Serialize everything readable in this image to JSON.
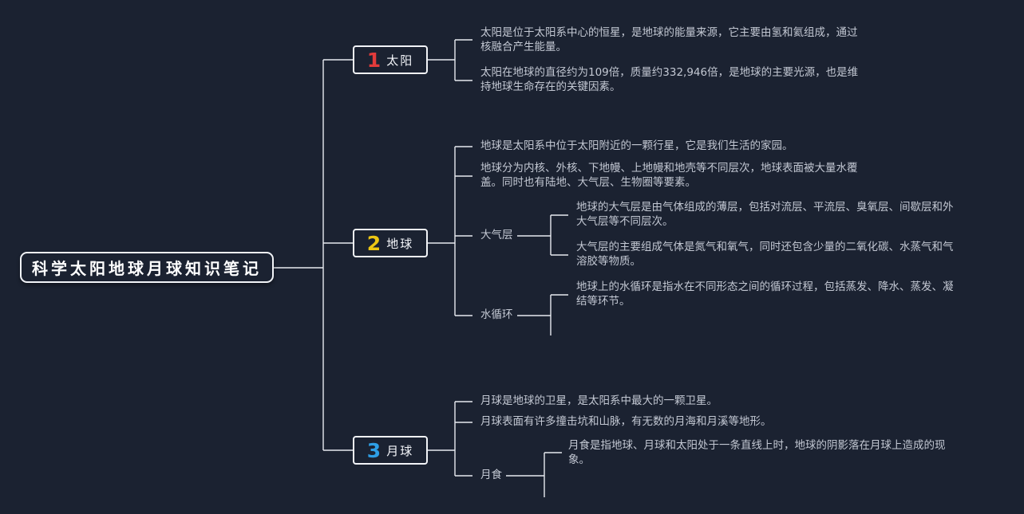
{
  "root": {
    "label": "科学太阳地球月球知识笔记"
  },
  "branches": [
    {
      "number": "1",
      "label": "太阳",
      "number_color": "#e23b3b",
      "notes": [
        "太阳是位于太阳系中心的恒星，是地球的能量来源，它主要由氢和氦组成，通过核融合产生能量。",
        "太阳在地球的直径约为109倍，质量约332,946倍，是地球的主要光源，也是维持地球生命存在的关键因素。"
      ]
    },
    {
      "number": "2",
      "label": "地球",
      "number_color": "#edc613",
      "notes": [
        "地球是太阳系中位于太阳附近的一颗行星，它是我们生活的家园。",
        "地球分为内核、外核、下地幔、上地幔和地壳等不同层次，地球表面被大量水覆盖。同时也有陆地、大气层、生物圈等要素。"
      ],
      "subtopics": [
        {
          "label": "大气层",
          "notes": [
            "地球的大气层是由气体组成的薄层，包括对流层、平流层、臭氧层、间歇层和外大气层等不同层次。",
            "大气层的主要组成气体是氮气和氧气，同时还包含少量的二氧化碳、水蒸气和气溶胶等物质。"
          ]
        },
        {
          "label": "水循环",
          "notes": [
            "地球上的水循环是指水在不同形态之间的循环过程，包括蒸发、降水、蒸发、凝结等环节。"
          ]
        }
      ]
    },
    {
      "number": "3",
      "label": "月球",
      "number_color": "#2e9fe6",
      "notes": [
        "月球是地球的卫星，是太阳系中最大的一颗卫星。",
        "月球表面有许多撞击坑和山脉，有无数的月海和月溪等地形。"
      ],
      "subtopics": [
        {
          "label": "月食",
          "notes": [
            "月食是指地球、月球和太阳处于一条直线上时，地球的阴影落在月球上造成的现象。"
          ]
        }
      ]
    }
  ],
  "colors": {
    "background": "#1b2231",
    "connector_line": "#e7eaf0",
    "node_border": "#f1f3f7",
    "node_text": "#f4f6fa",
    "note_text": "#c3c8d3",
    "number_red": "#e23b3b",
    "number_yellow": "#edc613",
    "number_blue": "#2e9fe6"
  }
}
